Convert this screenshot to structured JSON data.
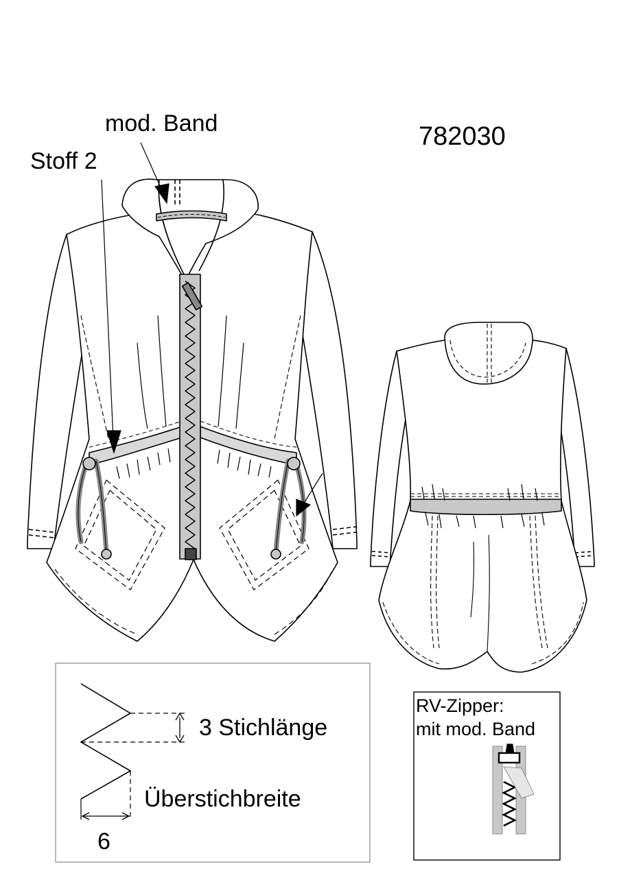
{
  "model_number": "782030",
  "callouts": {
    "mod_band": "mod. Band",
    "stoff_2": "Stoff 2"
  },
  "stitch_legend": {
    "length_label": "3 Stichlänge",
    "width_label": "Überstichbreite",
    "width_value": "6"
  },
  "zipper_detail": {
    "line1": "RV-Zipper:",
    "line2": "mit mod. Band"
  },
  "colors": {
    "line": "#000000",
    "band": "#c8c8c8",
    "band_dark": "#888888",
    "fabric": "#ffffff"
  }
}
